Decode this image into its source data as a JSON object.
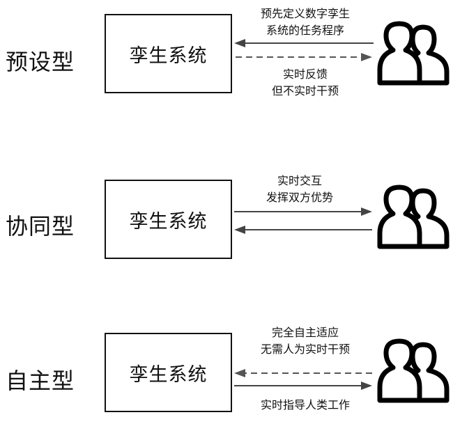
{
  "rows": [
    {
      "label": "预设型",
      "system_label": "孪生系统",
      "annotation_top": [
        "预先定义数字孪生",
        "系统的任务程序"
      ],
      "annotation_bottom": [
        "实时反馈",
        "但不实时干预"
      ]
    },
    {
      "label": "协同型",
      "system_label": "孪生系统",
      "annotation_top": [
        "实时交互",
        "发挥双方优势"
      ]
    },
    {
      "label": "自主型",
      "system_label": "孪生系统",
      "annotation_top": [
        "完全自主适应",
        "无需人为实时干预"
      ],
      "annotation_bottom": [
        "实时指导人类工作"
      ]
    }
  ],
  "icons": {
    "people": "people-group-icon"
  },
  "colors": {
    "line": "#111111",
    "arrow": "#444444"
  }
}
